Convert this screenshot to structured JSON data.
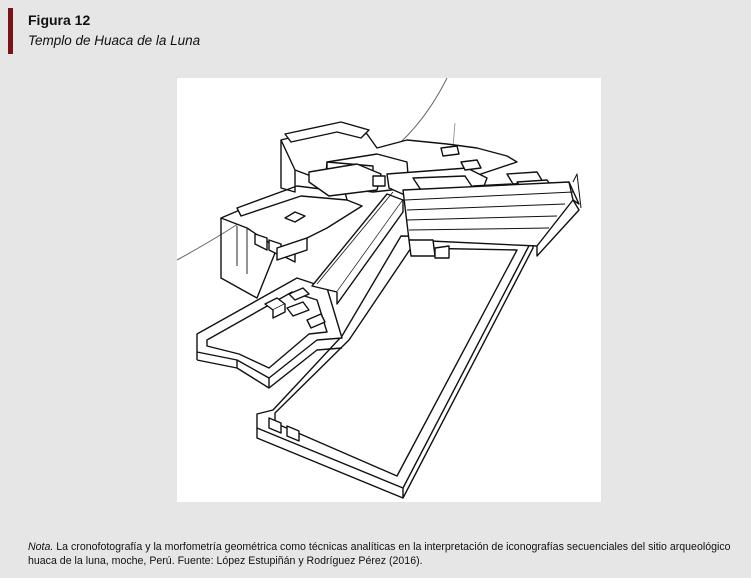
{
  "header": {
    "figure_label": "Figura 12",
    "figure_title": "Templo de Huaca de la Luna",
    "accent_color": "#7a1418"
  },
  "figure": {
    "description_icon": "isometric-temple-drawing"
  },
  "note": {
    "label": "Nota.",
    "text": " La cronofotografía y la morfometría geométrica como técnicas analíticas en la interpretación de iconografías secuenciales del sitio arqueológico huaca de la luna, moche, Perú. Fuente: López Estupiñán y Rodríguez Pérez (2016)."
  }
}
